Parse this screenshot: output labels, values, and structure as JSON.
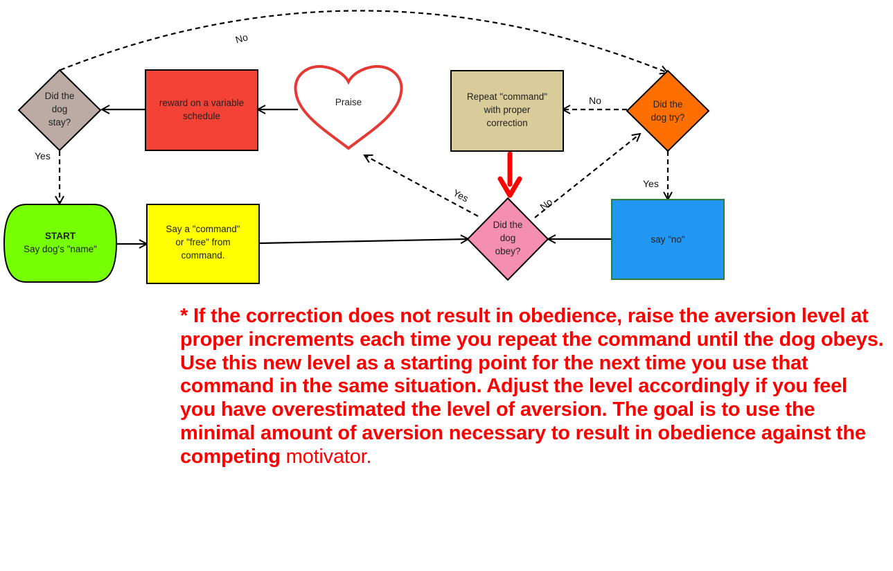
{
  "nodes": {
    "start_title": "START",
    "start_sub": "Say dog's \"name\"",
    "say_command": [
      "Say a \"command\"",
      "or \"free\" from",
      "command."
    ],
    "did_obey": [
      "Did the",
      "dog",
      "obey?"
    ],
    "say_no": "say \"no\"",
    "did_try": [
      "Did the",
      "dog try?"
    ],
    "repeat_command": [
      "Repeat \"command\"",
      "with proper",
      "correction"
    ],
    "praise": "Praise",
    "reward": [
      "reward on a variable",
      "schedule"
    ],
    "did_stay": [
      "Did the",
      "dog",
      "stay?"
    ]
  },
  "edge_labels": {
    "stay_yes": "Yes",
    "top_no": "No",
    "try_no": "No",
    "try_yes": "Yes",
    "obey_yes": "Yes",
    "obey_no": "No"
  },
  "asterisk": "*",
  "note": {
    "bold": "* If the correction does not result in obedience, raise the aversion level at proper increments each time you repeat the command until the dog obeys. Use this new level as a starting point for the next time you use that command in the same situation.  Adjust the level accordingly if you feel you have overestimated the level of aversion.  The goal is to use the minimal amount of aversion necessary to result in obedience against the competing",
    "tail": " motivator."
  },
  "colors": {
    "start": "#76ff03",
    "say_command": "#ffff00",
    "did_obey": "#f48fb1",
    "say_no": "#2196f3",
    "did_try": "#ff6f00",
    "repeat_command": "#d9cc9a",
    "praise_outline": "#e53935",
    "reward": "#f44336",
    "did_stay": "#bcaaa4",
    "note": "#ff0000"
  }
}
